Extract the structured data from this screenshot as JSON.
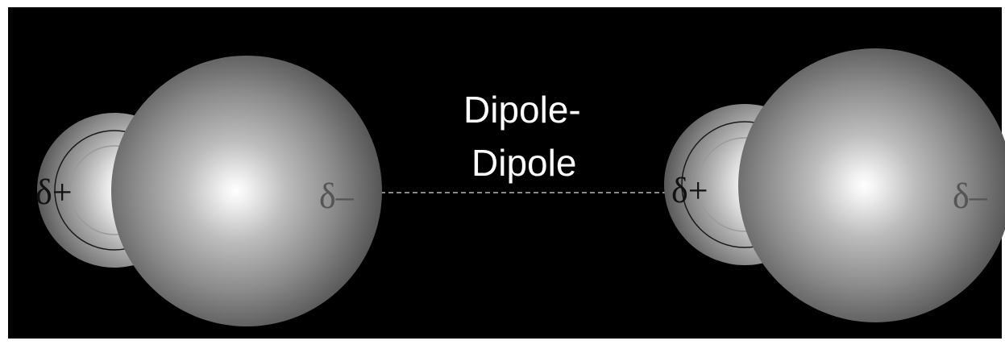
{
  "diagram": {
    "caption_line1": "Dipole-",
    "caption_line2": "Dipole",
    "molecule_left": {
      "hydrogen_charge": "δ+",
      "chlorine_charge": "δ–"
    },
    "molecule_right": {
      "hydrogen_charge": "δ+",
      "chlorine_charge": "δ–"
    }
  },
  "colors": {
    "background": "#000000",
    "frame": "#ffffff",
    "caption": "#ffffff",
    "atom_highlight": "#ffffff",
    "atom_shade": "#3a3a3a",
    "interaction_line": "#888888"
  }
}
